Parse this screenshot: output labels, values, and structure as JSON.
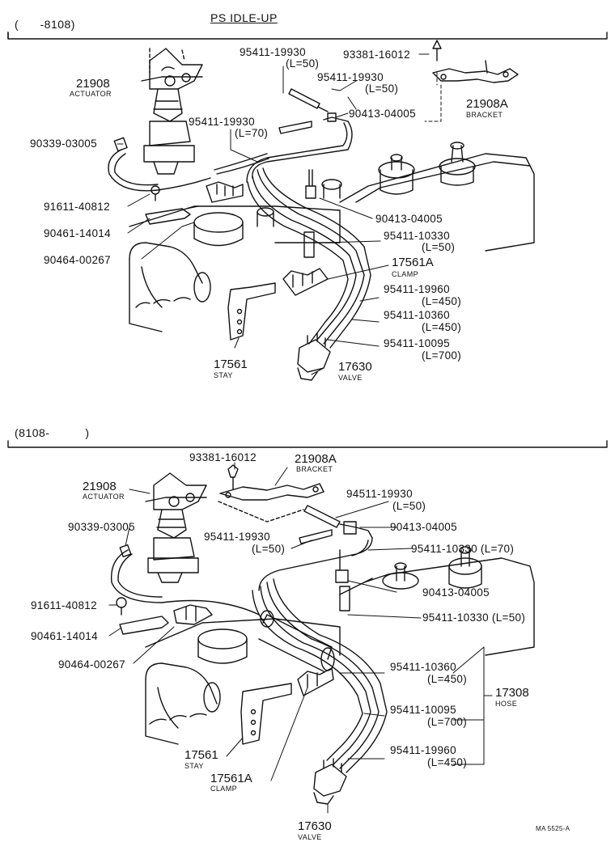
{
  "header": {
    "title": "PS IDLE-UP",
    "range_top": "(      -8108)",
    "range_bottom": "(8108-          )"
  },
  "top": {
    "labels": [
      {
        "part": "21908",
        "sub": "ACTUATOR"
      },
      {
        "part": "90339-03005"
      },
      {
        "part": "91611-40812"
      },
      {
        "part": "90461-14014"
      },
      {
        "part": "90464-00267"
      },
      {
        "part": "95411-19930",
        "len": "(L=50)"
      },
      {
        "part": "95411-19930",
        "len": "(L=50)"
      },
      {
        "part": "95411-19930",
        "len": "(L=70)"
      },
      {
        "part": "93381-16012"
      },
      {
        "part": "21908A",
        "sub": "BRACKET"
      },
      {
        "part": "90413-04005"
      },
      {
        "part": "90413-04005"
      },
      {
        "part": "95411-10330",
        "len": "(L=50)"
      },
      {
        "part": "17561A",
        "sub": "CLAMP"
      },
      {
        "part": "95411-19960",
        "len": "(L=450)"
      },
      {
        "part": "95411-10360",
        "len": "(L=450)"
      },
      {
        "part": "95411-10095",
        "len": "(L=700)"
      },
      {
        "part": "17561",
        "sub": "STAY"
      },
      {
        "part": "17630",
        "sub": "VALVE"
      }
    ]
  },
  "bottom": {
    "labels": [
      {
        "part": "93381-16012"
      },
      {
        "part": "21908A",
        "sub": "BRACKET"
      },
      {
        "part": "21908",
        "sub": "ACTUATOR"
      },
      {
        "part": "94511-19930",
        "len": "(L=50)"
      },
      {
        "part": "90339-03005"
      },
      {
        "part": "90413-04005"
      },
      {
        "part": "95411-19930",
        "len": "(L=50)"
      },
      {
        "part": "95411-10330 (L=70)"
      },
      {
        "part": "91611-40812"
      },
      {
        "part": "90413-04005"
      },
      {
        "part": "95411-10330 (L=50)"
      },
      {
        "part": "90461-14014"
      },
      {
        "part": "90464-00267"
      },
      {
        "part": "95411-10360",
        "len": "(L=450)"
      },
      {
        "part": "17308",
        "sub": "HOSE"
      },
      {
        "part": "95411-10095",
        "len": "(L=700)"
      },
      {
        "part": "95411-19960",
        "len": "(L=450)"
      },
      {
        "part": "17561",
        "sub": "STAY"
      },
      {
        "part": "17561A",
        "sub": "CLAMP"
      },
      {
        "part": "17630",
        "sub": "VALVE"
      }
    ]
  },
  "footer": {
    "code": "MA 5525-A"
  }
}
